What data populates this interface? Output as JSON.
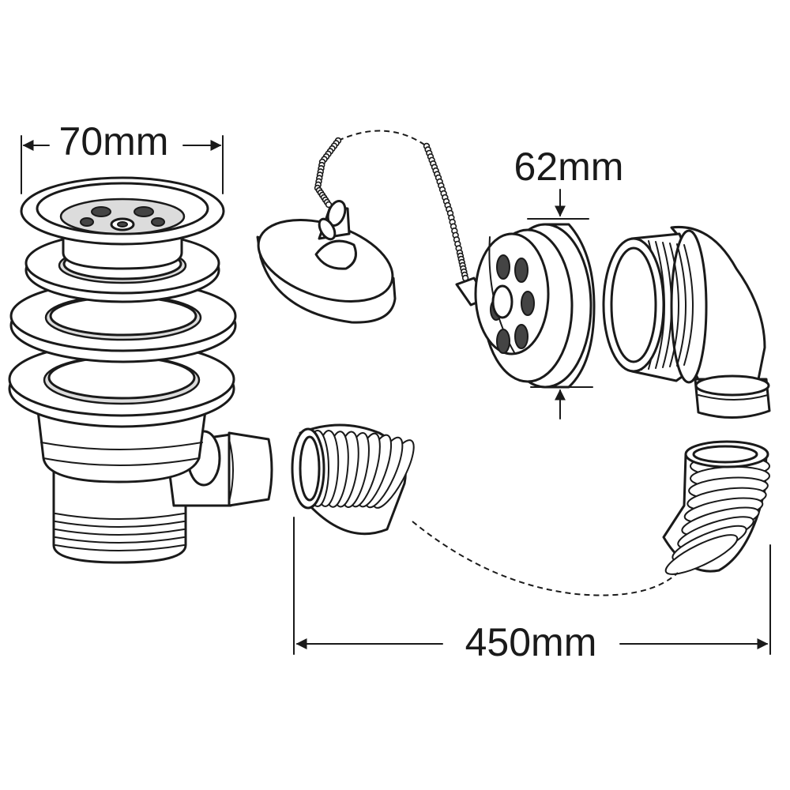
{
  "dimensions": {
    "waste_diameter": "70mm",
    "plug_outlet_diameter": "62mm",
    "overflow_length": "450mm"
  },
  "colors": {
    "line": "#1a1a1a",
    "background": "#ffffff",
    "shade": "#dcdcdc"
  },
  "icons": [
    "arrow-left-icon",
    "arrow-right-icon",
    "arrow-down-icon",
    "arrow-up-icon"
  ]
}
